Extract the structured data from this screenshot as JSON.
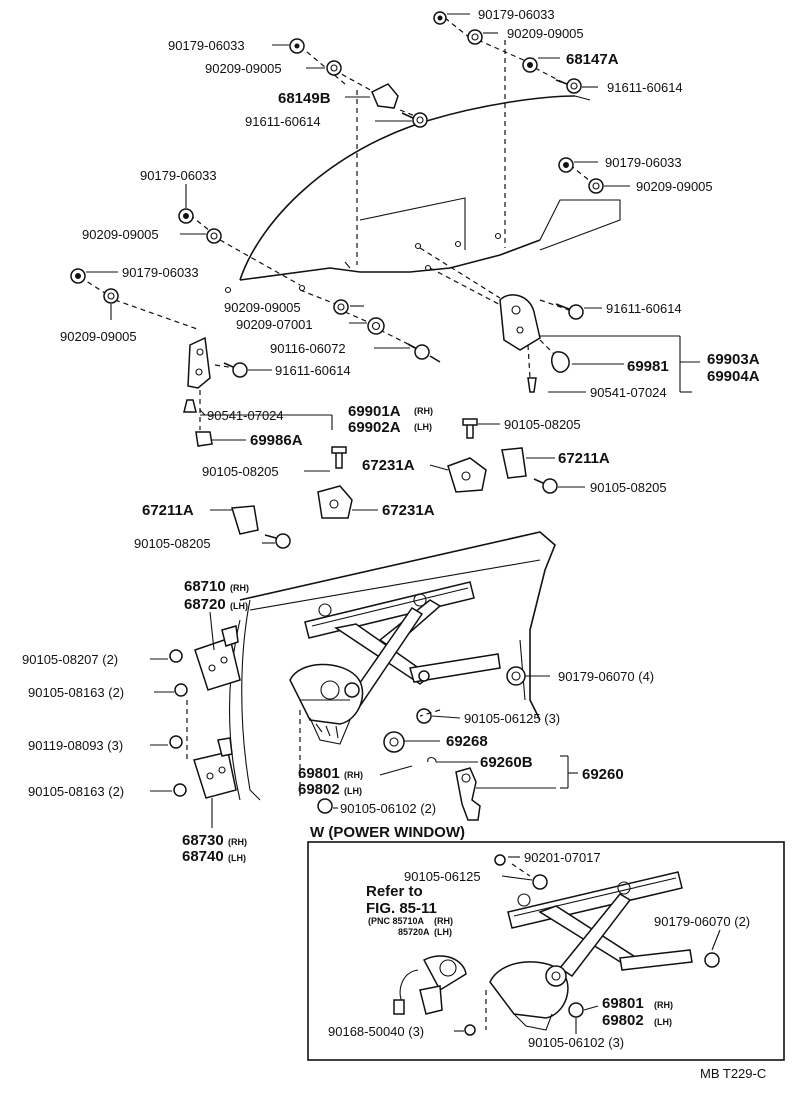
{
  "labels": [
    {
      "text": "90179-06033",
      "cls": "lbl"
    },
    {
      "text": "90209-09005",
      "cls": "lbl"
    },
    {
      "text": "68147A",
      "cls": "lbl-b"
    },
    {
      "text": "91611-60614",
      "cls": "lbl"
    },
    {
      "text": "90179-06033",
      "cls": "lbl"
    },
    {
      "text": "90209-09005",
      "cls": "lbl"
    },
    {
      "text": "68149B",
      "cls": "lbl-b"
    },
    {
      "text": "91611-60614",
      "cls": "lbl"
    },
    {
      "text": "90179-06033",
      "cls": "lbl"
    },
    {
      "text": "90209-09005",
      "cls": "lbl"
    },
    {
      "text": "90179-06033",
      "cls": "lbl"
    },
    {
      "text": "90209-09005",
      "cls": "lbl"
    },
    {
      "text": "90179-06033",
      "cls": "lbl"
    },
    {
      "text": "90209-09005",
      "cls": "lbl"
    },
    {
      "text": "90209-09005",
      "cls": "lbl"
    },
    {
      "text": "91611-60614",
      "cls": "lbl"
    },
    {
      "text": "90209-07001",
      "cls": "lbl"
    },
    {
      "text": "90116-06072",
      "cls": "lbl"
    },
    {
      "text": "69981",
      "cls": "lbl-b"
    },
    {
      "text": "69903A",
      "cls": "lbl-b"
    },
    {
      "text": "69904A",
      "cls": "lbl-b"
    },
    {
      "text": "91611-60614",
      "cls": "lbl"
    },
    {
      "text": "90541-07024",
      "cls": "lbl"
    },
    {
      "text": "90541-07024",
      "cls": "lbl"
    },
    {
      "text": "69901A",
      "cls": "lbl-b"
    },
    {
      "text": "69902A",
      "cls": "lbl-b"
    },
    {
      "text": "69986A",
      "cls": "lbl-b"
    },
    {
      "text": "90105-08205",
      "cls": "lbl"
    },
    {
      "text": "90105-08205",
      "cls": "lbl"
    },
    {
      "text": "67231A",
      "cls": "lbl-b"
    },
    {
      "text": "67211A",
      "cls": "lbl-b"
    },
    {
      "text": "90105-08205",
      "cls": "lbl"
    },
    {
      "text": "67211A",
      "cls": "lbl-b"
    },
    {
      "text": "67231A",
      "cls": "lbl-b"
    },
    {
      "text": "90105-08205",
      "cls": "lbl"
    },
    {
      "text": "68710",
      "cls": "lbl-b"
    },
    {
      "text": "68720",
      "cls": "lbl-b"
    },
    {
      "text": "90105-08207 (2)",
      "cls": "lbl"
    },
    {
      "text": "90105-08163 (2)",
      "cls": "lbl"
    },
    {
      "text": "90179-06070 (4)",
      "cls": "lbl"
    },
    {
      "text": "90105-06125 (3)",
      "cls": "lbl"
    },
    {
      "text": "90119-08093 (3)",
      "cls": "lbl"
    },
    {
      "text": "69268",
      "cls": "lbl-b"
    },
    {
      "text": "69260B",
      "cls": "lbl-b"
    },
    {
      "text": "69260",
      "cls": "lbl-b"
    },
    {
      "text": "69801",
      "cls": "lbl-b"
    },
    {
      "text": "69802",
      "cls": "lbl-b"
    },
    {
      "text": "90105-08163 (2)",
      "cls": "lbl"
    },
    {
      "text": "90105-06102 (2)",
      "cls": "lbl"
    },
    {
      "text": "W (POWER WINDOW)",
      "cls": "lbl-b"
    },
    {
      "text": "68730",
      "cls": "lbl-b"
    },
    {
      "text": "68740",
      "cls": "lbl-b"
    },
    {
      "text": "90201-07017",
      "cls": "lbl"
    },
    {
      "text": "90105-06125",
      "cls": "lbl"
    },
    {
      "text": "Refer to",
      "cls": "lbl-b"
    },
    {
      "text": "FIG. 85-11",
      "cls": "lbl-b"
    },
    {
      "text": "(PNC 85710A",
      "cls": "lbl-s"
    },
    {
      "text": "85720A",
      "cls": "lbl-s"
    },
    {
      "text": "90179-06070 (2)",
      "cls": "lbl"
    },
    {
      "text": "69801",
      "cls": "lbl-b"
    },
    {
      "text": "69802",
      "cls": "lbl-b"
    },
    {
      "text": "90168-50040 (3)",
      "cls": "lbl"
    },
    {
      "text": "90105-06102 (3)",
      "cls": "lbl"
    },
    {
      "text": "MB T229-C",
      "cls": "lbl"
    }
  ],
  "small_labels": [
    "(RH)",
    "(LH)",
    "(RH)",
    "(LH)",
    "(RH)",
    "(LH)",
    "(RH)",
    "(LH)",
    "(RH)",
    "(LH)",
    "(RH)",
    "(LH)"
  ]
}
